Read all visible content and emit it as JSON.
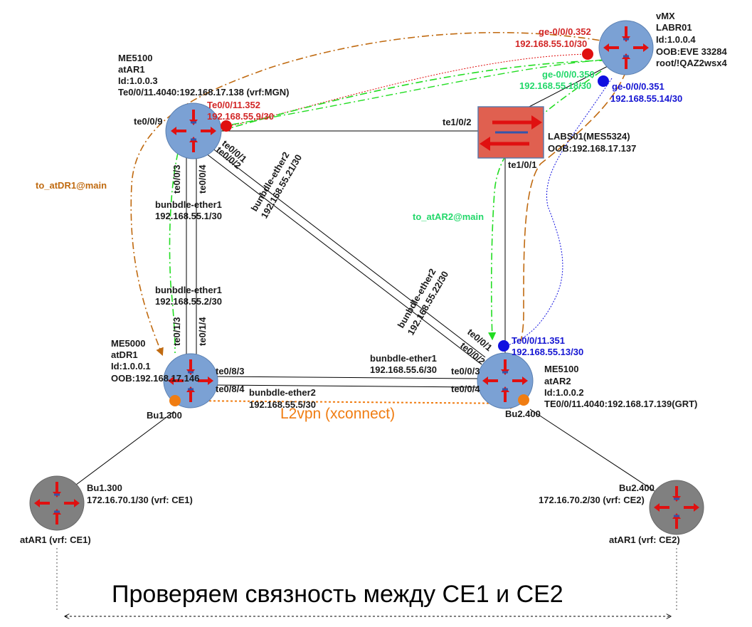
{
  "colors": {
    "router_blue": "#7ba1d4",
    "router_gray": "#808080",
    "switch_red": "#e06050",
    "mgn_red": "#e01010",
    "grt_blue": "#1010e0",
    "green_path": "#22dd22",
    "brown_path": "#c06a10",
    "l2vpn_orange": "#f07d12"
  },
  "nodes": {
    "ar1": {
      "icon": "router-icon",
      "lines": [
        "ME5100",
        "atAR1",
        "Id:1.0.0.3",
        "Te0/0/11.4040:192.168.17.138 (vrf:MGN)"
      ]
    },
    "vmx": {
      "icon": "router-icon",
      "lines": [
        "vMX",
        "LABR01",
        "Id:1.0.0.4",
        "OOB:EVE 33284",
        "root/!QAZ2wsx4"
      ]
    },
    "switch": {
      "icon": "switch-icon",
      "lines": [
        "LABS01(MES5324)",
        "OOB:192.168.17.137"
      ]
    },
    "dr1": {
      "icon": "router-icon",
      "lines": [
        "ME5000",
        "atDR1",
        "Id:1.0.0.1",
        "OOB:192.168.17.146"
      ]
    },
    "ar2": {
      "icon": "router-icon",
      "lines": [
        "ME5100",
        "atAR2",
        "Id:1.0.0.2",
        "TE0/0/11.4040:192.168.17.139(GRT)"
      ]
    },
    "ce1": {
      "icon": "router-icon",
      "label": "atAR1 (vrf: CE1)",
      "iface": [
        "Bu1.300",
        "172.16.70.1/30 (vrf: CE1)"
      ]
    },
    "ce2": {
      "icon": "router-icon",
      "label": "atAR1 (vrf: CE2)",
      "iface": [
        "Bu2.400",
        "172.16.70.2/30 (vrf: CE2)"
      ]
    }
  },
  "ports": {
    "ar1_te009": "te0/0/9",
    "ar1_te001": "te0/0/1",
    "ar1_te002": "te0/0/2",
    "ar1_te003": "te0/0/3",
    "ar1_te004": "te0/0/4",
    "sw_te102": "te1/0/2",
    "sw_te101": "te1/0/1",
    "dr1_te013": "te0/1/3",
    "dr1_te014": "te0/1/4",
    "dr1_te083": "te0/8/3",
    "dr1_te084": "te0/8/4",
    "ar2_te001": "te0/0/1",
    "ar2_te002": "te0/0/2",
    "ar2_te003": "te0/0/3",
    "ar2_te004": "te0/0/4",
    "dr1_bu": "Bu1.300",
    "ar2_bu": "Bu2.400"
  },
  "links": {
    "ar1_dr1_top": [
      "bunbdle-ether1",
      "192.168.55.1/30"
    ],
    "ar1_dr1_bottom": [
      "bunbdle-ether1",
      "192.168.55.2/30"
    ],
    "ar1_ar2_top": [
      "bunbdle-ether2",
      "192.168.55.21/30"
    ],
    "ar1_ar2_bottom": [
      "bunbdle-ether2",
      "192.168.55.22/30"
    ],
    "dr1_ar2_top": [
      "bunbdle-ether1",
      "192.168.55.6/30"
    ],
    "dr1_ar2_bottom": [
      "bunbdle-ether2",
      "192.168.55.5/30"
    ]
  },
  "subifs": {
    "vmx_352": [
      "ge-0/0/0.352",
      "192.168.55.10/30"
    ],
    "vmx_350": [
      "ge-0/0/0.350",
      "192.168.55.18/30"
    ],
    "vmx_351": [
      "ge-0/0/0.351",
      "192.168.55.14/30"
    ],
    "ar1_352": [
      "Te0/0/11.352",
      "192.168.55.9/30"
    ],
    "ar2_351": [
      "Te0/0/11.351",
      "192.168.55.13/30"
    ]
  },
  "paths": {
    "to_dr1": "to_atDR1@main",
    "to_ar2": "to_atAR2@main",
    "l2vpn": "L2vpn (xconnect)"
  },
  "caption": "Проверяем связность между CE1 и CE2"
}
